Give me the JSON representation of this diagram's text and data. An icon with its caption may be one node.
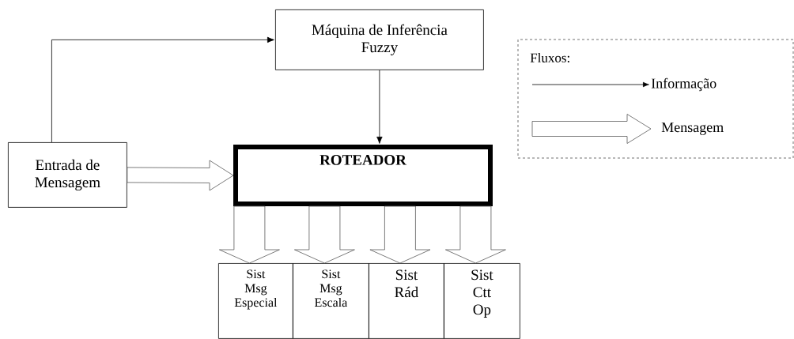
{
  "diagram": {
    "nodes": [
      {
        "text": [
          "Máquina de Inferência Fuzzy"
        ]
      },
      {
        "text": [
          "Entrada de Mensagem"
        ]
      },
      {
        "text": [
          "ROTEADOR"
        ]
      },
      {
        "text": [
          "Sist Msg Especial"
        ]
      },
      {
        "text": [
          "Sist Msg Escala"
        ]
      },
      {
        "text": [
          "Sist Rád"
        ]
      },
      {
        "text": [
          "Sist Ctt Op"
        ]
      }
    ],
    "edges": [
      {
        "from": 1,
        "to": 0,
        "arrow": "to"
      },
      {
        "from": 0,
        "to": 2,
        "arrow": "to"
      },
      {
        "from": 1,
        "to": 2,
        "arrow": "to",
        "style": "thick"
      },
      {
        "from": 2,
        "to": 3,
        "arrow": "to",
        "style": "thick"
      },
      {
        "from": 2,
        "to": 4,
        "arrow": "to",
        "style": "thick"
      },
      {
        "from": 2,
        "to": 5,
        "arrow": "to",
        "style": "thick"
      },
      {
        "from": 2,
        "to": 6,
        "arrow": "to",
        "style": "thick"
      }
    ],
    "labels": [
      "Fluxos:"
    ],
    "legend": [
      {
        "text": "Informação"
      },
      {
        "text": "Mensagem"
      }
    ]
  }
}
